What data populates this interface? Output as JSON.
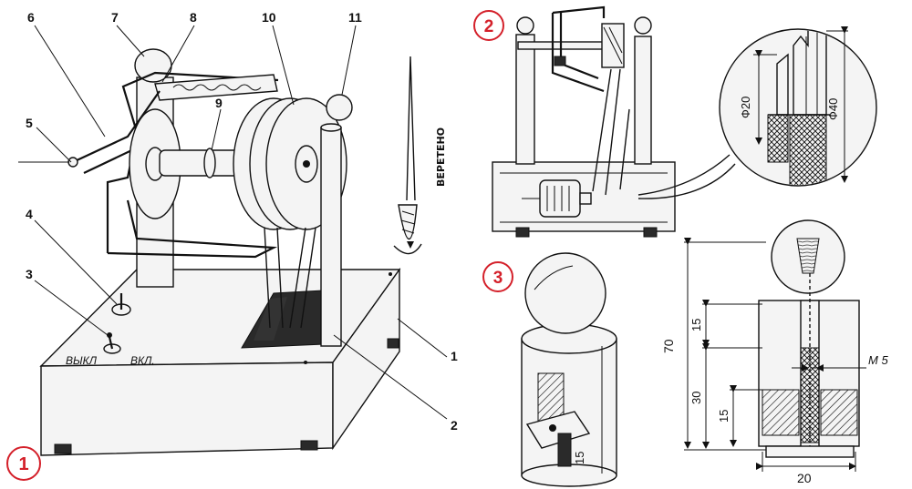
{
  "figure_numbers": {
    "fig1": "1",
    "fig2": "2",
    "fig3": "3"
  },
  "part_labels": {
    "p1": "1",
    "p2": "2",
    "p3": "3",
    "p4": "4",
    "p5": "5",
    "p6": "6",
    "p7": "7",
    "p8": "8",
    "p9": "9",
    "p10": "10",
    "p11": "11"
  },
  "spindle_label": "ВЕРЕТЕНО",
  "switch_labels": {
    "off": "ВЫКЛ",
    "on": "ВКЛ."
  },
  "pulley_dimensions": {
    "small": "Ф20",
    "large": "Ф40"
  },
  "post_dimensions": {
    "total_height": "70",
    "top_section": "15",
    "middle_section": "30",
    "bottom_section": "15",
    "thread": "М 5",
    "width": "20"
  },
  "ball_cap_dimension": "15",
  "colors": {
    "figure_marker": "#d4202a",
    "ink": "#111111"
  }
}
